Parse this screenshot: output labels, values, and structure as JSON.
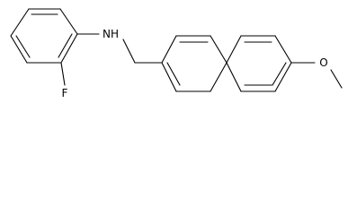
{
  "molecule": {
    "labels": {
      "nitrogen": "NH",
      "fluorine": "F",
      "oxygen": "O"
    }
  },
  "colors": {
    "bond": "#000000",
    "background": "#ffffff"
  }
}
